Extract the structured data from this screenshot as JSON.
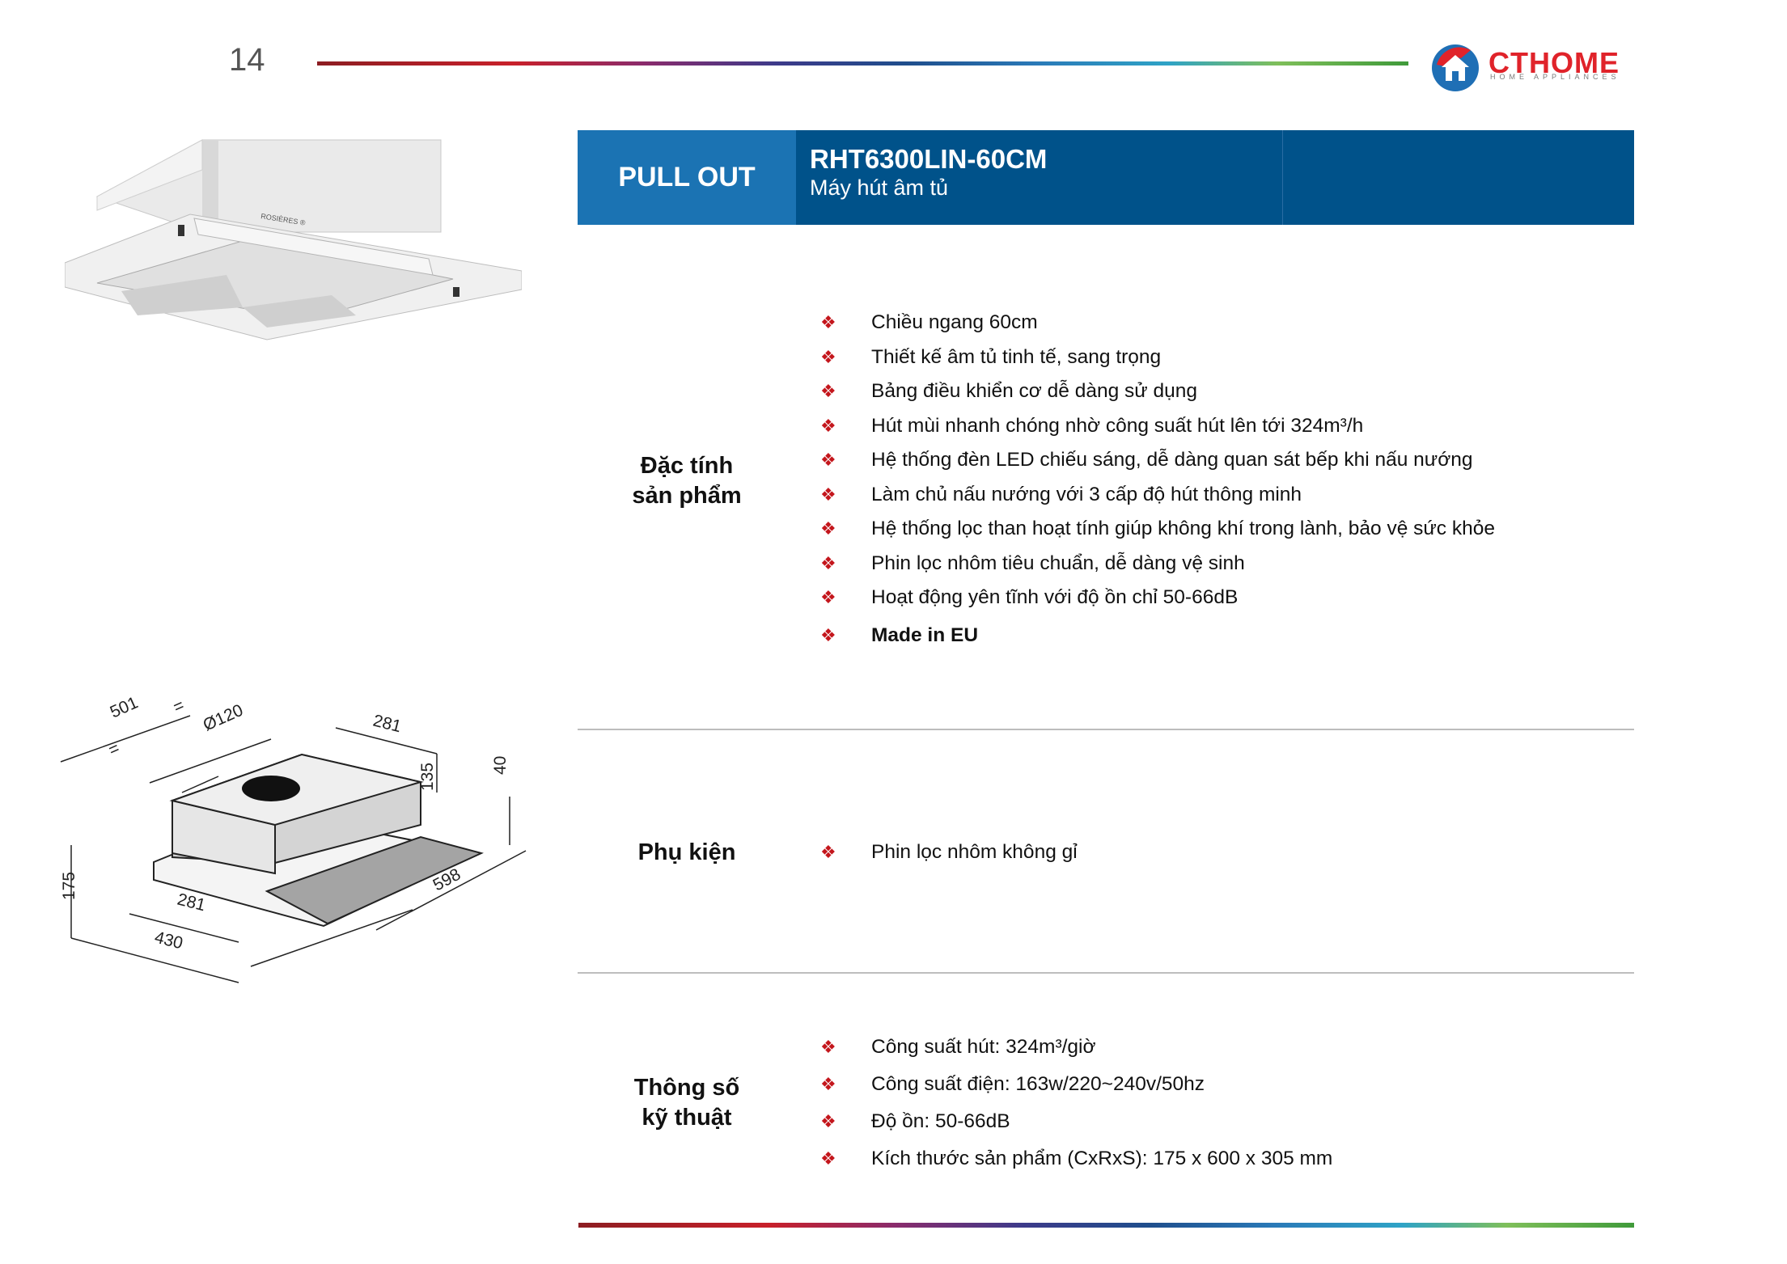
{
  "page_number": "14",
  "logo": {
    "word": "CTHOME",
    "tagline": "HOME APPLIANCES"
  },
  "header": {
    "category": "PULL OUT",
    "model": "RHT6300LIN-60CM",
    "subtitle": "Máy hút âm tủ"
  },
  "product_image": {
    "brand_label": "ROSIÈRES ®"
  },
  "diagram": {
    "dims": [
      "501",
      "=",
      "=",
      "Ø120",
      "281",
      "135",
      "40",
      "175",
      "281",
      "598",
      "430"
    ]
  },
  "sections": {
    "features": {
      "label_line1": "Đặc tính",
      "label_line2": "sản phẩm",
      "items": [
        "Chiều ngang 60cm",
        "Thiết kế âm tủ tinh tế, sang trọng",
        "Bảng điều khiển cơ dễ dàng sử dụng",
        "Hút mùi nhanh chóng nhờ công suất hút lên tới 324m³/h",
        "Hệ thống đèn LED chiếu sáng, dễ dàng quan sát bếp khi nấu nướng",
        "Làm chủ nấu nướng với 3 cấp độ hút thông minh",
        "Hệ thống lọc than hoạt tính giúp không khí trong lành, bảo vệ sức khỏe",
        "Phin lọc nhôm tiêu chuẩn, dễ dàng vệ sinh",
        "Hoạt động yên tĩnh với độ ồn chỉ 50-66dB",
        "Made in EU"
      ]
    },
    "accessories": {
      "label": "Phụ kiện",
      "items": [
        "Phin lọc nhôm không gỉ"
      ]
    },
    "specs": {
      "label_line1": "Thông số",
      "label_line2": "kỹ thuật",
      "items": [
        "Công suất hút: 324m³/giờ",
        "Công suất điện: 163w/220~240v/50hz",
        "Độ ồn: 50-66dB",
        "Kích thước sản phẩm (CxRxS): 175 x 600 x 305 mm"
      ]
    }
  },
  "bullet_glyph": "❖",
  "colors": {
    "header_dark": "#00528a",
    "header_light": "#1b73b3",
    "bullet": "#c4161c",
    "logo_red": "#e0232a"
  }
}
